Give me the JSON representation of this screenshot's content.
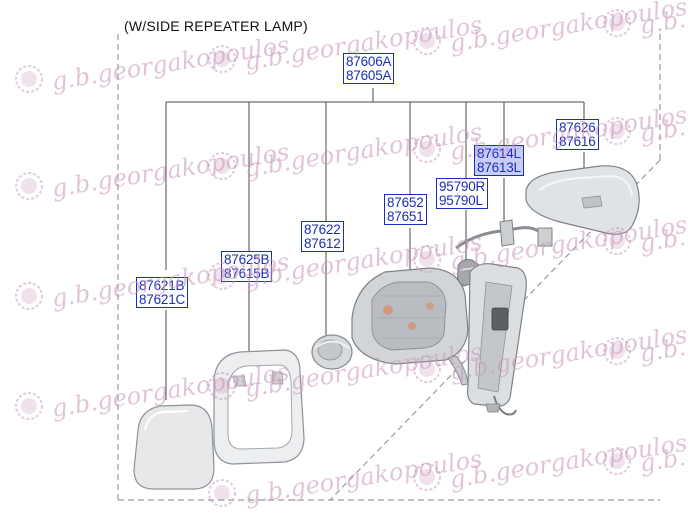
{
  "diagram": {
    "title": "(W/SIDE REPEATER LAMP)",
    "parts": [
      {
        "id": "mirror-assembly",
        "codes": [
          "87606A",
          "87605A"
        ]
      },
      {
        "id": "mirror-cover",
        "codes": [
          "87626",
          "87616"
        ]
      },
      {
        "id": "lamp-wiring",
        "codes": [
          "87614L",
          "87613L"
        ],
        "highlighted": true
      },
      {
        "id": "side-repeater-lamp",
        "codes": [
          "95790R",
          "95790L"
        ]
      },
      {
        "id": "mirror-housing",
        "codes": [
          "87652",
          "87651"
        ]
      },
      {
        "id": "actuator",
        "codes": [
          "87622",
          "87612"
        ]
      },
      {
        "id": "glass-holder",
        "codes": [
          "87625B",
          "87615B"
        ]
      },
      {
        "id": "mirror-glass",
        "codes": [
          "87621B",
          "87621C"
        ]
      }
    ]
  },
  "watermark": {
    "text": "g.b.georgakopoulos",
    "logo_letters": "ΓΒΓ",
    "color": "#c896b9"
  }
}
